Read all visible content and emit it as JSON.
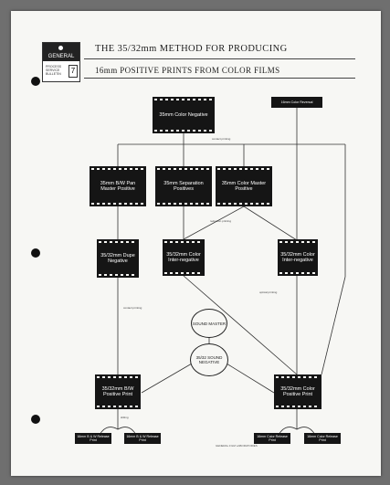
{
  "header": {
    "logo_text": "GENERAL",
    "logo_sub": "PROCESS SERVICE BULLETIN",
    "logo_number": "7",
    "title_line1": "THE 35/32mm METHOD FOR PRODUCING",
    "title_line2": "16mm POSITIVE PRINTS FROM COLOR FILMS"
  },
  "boxes": {
    "color_negative": "35mm Color Negative",
    "color_reversal": "16mm Color Reversal",
    "bw_pan_master": "35mm B/W Pan Master Positive",
    "separation_positives": "35mm Separation Positives",
    "color_master": "35mm Color Master Positive",
    "dupe_negative": "35/32mm Dupe Negative",
    "color_internegative_1": "35/32mm Color Inter-negative",
    "color_internegative_2": "35/32mm Color Inter-negative",
    "bw_positive_print": "35/32mm B/W Positive Print",
    "color_positive_print": "35/32mm Color Positive Print"
  },
  "circles": {
    "sound_master": "SOUND MASTER",
    "sound_negative": "35/32 SOUND NEGATIVE"
  },
  "outputs": {
    "bw_release_1": "16mm B & W Release Print",
    "bw_release_2": "16mm B & W Release Print",
    "color_release_1": "16mm Color Release Print",
    "color_release_2": "16mm Color Release Print"
  },
  "connector_labels": {
    "contact_printing": "contact printing",
    "reduction_printing": "reduction printing",
    "optical_printing": "optical printing",
    "contact_printing_short": "contact printing",
    "slitting": "slitting"
  },
  "footer": "GENERAL FILM LABORATORIES"
}
